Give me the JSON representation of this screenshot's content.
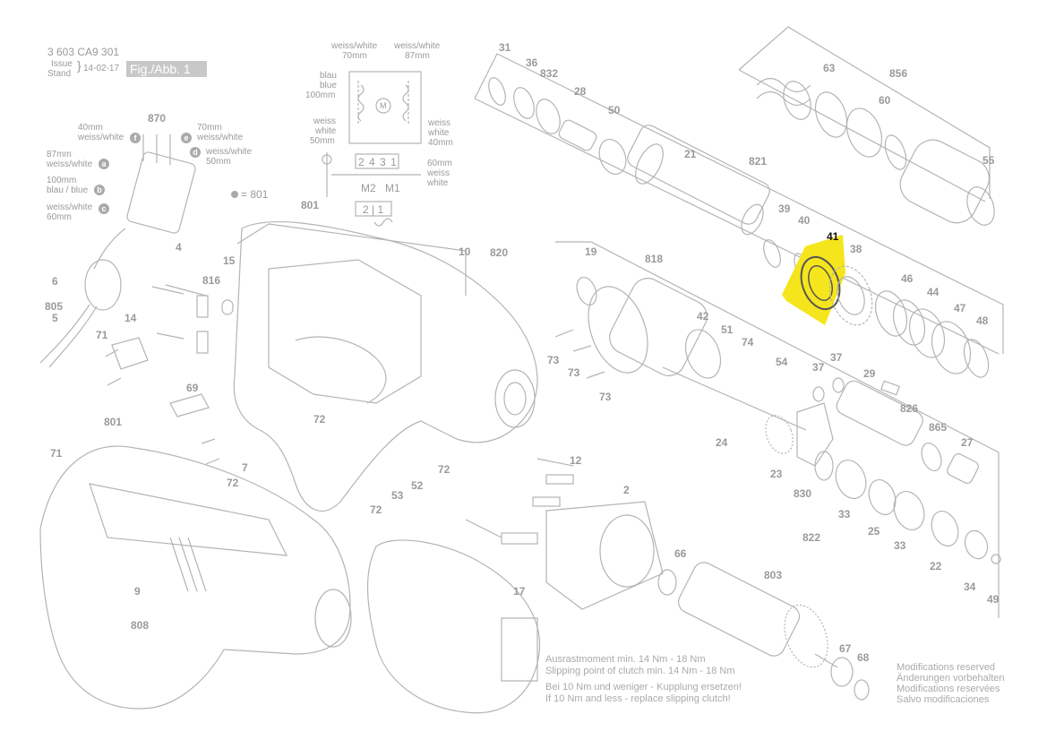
{
  "header": {
    "doc_number": "3 603 CA9 301",
    "issue_label_1": "Issue",
    "issue_label_2": "Stand",
    "issue_date": "14-02-17",
    "figure_label": "Fig./Abb. 1"
  },
  "wiring": {
    "w70_1": "weiss/white",
    "w70_2": "70mm",
    "w87_1": "weiss/white",
    "w87_2": "87mm",
    "blue_1": "blau",
    "blue_2": "blue",
    "blue_3": "100mm",
    "w50_1": "weiss",
    "w50_2": "white",
    "w50_3": "50mm",
    "w40_1": "weiss",
    "w40_2": "white",
    "w40_3": "40mm",
    "w60_1": "60mm",
    "w60_2": "weiss",
    "w60_3": "white",
    "terminals": "2 4 3 1",
    "m2": "M2",
    "m1": "M1",
    "bottom_terms": "2 | 1",
    "motor_symbol": "M"
  },
  "switch_wires": {
    "left_40": "40mm",
    "left_40b": "weiss/white",
    "left_87": "87mm",
    "left_87b": "weiss/white",
    "left_100": "100mm",
    "left_100b": "blau / blue",
    "left_60": "weiss/white",
    "left_60b": "60mm",
    "right_70": "70mm",
    "right_70b": "weiss/white",
    "right_50": "weiss/white",
    "right_50b": "50mm",
    "circle_f": "f",
    "circle_e": "e",
    "circle_a": "a",
    "circle_d": "d",
    "circle_b": "b",
    "circle_c": "c"
  },
  "legend_801": "= 801",
  "parts": {
    "p31": "31",
    "p36": "36",
    "p832": "832",
    "p28": "28",
    "p50": "50",
    "p21": "21",
    "p821": "821",
    "p63": "63",
    "p856": "856",
    "p60": "60",
    "p55": "55",
    "p39": "39",
    "p40": "40",
    "p41": "41",
    "p38": "38",
    "p46": "46",
    "p44": "44",
    "p47": "47",
    "p48": "48",
    "p870": "870",
    "p4": "4",
    "p6": "6",
    "p805": "805",
    "p5": "5",
    "p801a": "801",
    "p15": "15",
    "p816": "816",
    "p14": "14",
    "p71a": "71",
    "p69": "69",
    "p10": "10",
    "p820": "820",
    "p19": "19",
    "p818": "818",
    "p42": "42",
    "p51": "51",
    "p74": "74",
    "p54": "54",
    "p73a": "73",
    "p73b": "73",
    "p73c": "73",
    "p37a": "37",
    "p37b": "37",
    "p29": "29",
    "p826": "826",
    "p865": "865",
    "p27": "27",
    "p72a": "72",
    "p72b": "72",
    "p72c": "72",
    "p72d": "72",
    "p7": "7",
    "p801b": "801",
    "p71b": "71",
    "p53": "53",
    "p52": "52",
    "p12": "12",
    "p2": "2",
    "p24": "24",
    "p23": "23",
    "p830": "830",
    "p33a": "33",
    "p25": "25",
    "p33b": "33",
    "p822": "822",
    "p22": "22",
    "p34": "34",
    "p49": "49",
    "p9": "9",
    "p808": "808",
    "p17": "17",
    "p66": "66",
    "p803": "803",
    "p67": "67",
    "p68": "68"
  },
  "notes": {
    "clutch_de_1": "Ausrastmoment min. 14 Nm - 18 Nm",
    "clutch_en_1": "Slipping point of clutch min. 14 Nm - 18 Nm",
    "clutch_de_2": "Bei 10 Nm und weniger - Kupplung ersetzen!",
    "clutch_en_2": "If 10 Nm and less - replace slipping clutch!",
    "mod_en": "Modifications reserved",
    "mod_de": "Änderungen vorbehalten",
    "mod_fr": "Modifications reservées",
    "mod_es": "Salvo modificaciones"
  },
  "colors": {
    "highlight": "#f5e51d",
    "line": "#b4b4b4",
    "text": "#9a9a9a"
  }
}
